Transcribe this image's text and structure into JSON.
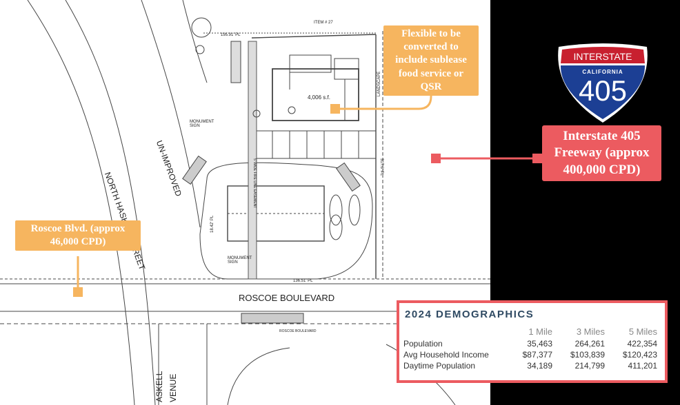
{
  "site_plan": {
    "labels": {
      "street_west": "NORTH HASKELL STREET",
      "unimproved": "UN-IMPROVED",
      "roscoe_blvd": "ROSCOE BOULEVARD",
      "roscoe_blvd_small": "ROSCOE BOULEVARD",
      "building_area": "4,006 s.f.",
      "monument_sign_top": "MONUMENT SIGN",
      "monument_sign_bottom": "MONUMENT SIGN",
      "dimension_top": "195.91' PL",
      "dimension_bottom": "136.51' PL",
      "dimension_east": "317.6' PL",
      "dimension_west": "18.42' PL",
      "landscape": "LANDSCAPE",
      "fire_lane": "5' WIDE FIRE LINE EASEMENT",
      "haskell_bottom": "ASKELL",
      "avenue_bottom": "VENUE",
      "item_note": "ITEM # 27"
    }
  },
  "callouts": {
    "food_service": "Flexible to be converted to include sublease food service or QSR",
    "roscoe_traffic": "Roscoe Blvd. (approx 46,000 CPD)",
    "freeway_traffic": "Interstate 405 Freeway (approx 400,000 CPD)"
  },
  "shield": {
    "top": "INTERSTATE",
    "state": "CALIFORNIA",
    "number": "405",
    "colors": {
      "red": "#c8202f",
      "blue": "#1c3f94"
    }
  },
  "demographics": {
    "title": "2024 DEMOGRAPHICS",
    "columns": [
      "1 Mile",
      "3 Miles",
      "5 Miles"
    ],
    "rows": [
      {
        "label": "Population",
        "values": [
          "35,463",
          "264,261",
          "422,354"
        ]
      },
      {
        "label": "Avg Household Income",
        "values": [
          "$87,377",
          "$103,839",
          "$120,423"
        ]
      },
      {
        "label": "Daytime Population",
        "values": [
          "34,189",
          "214,799",
          "411,201"
        ]
      }
    ]
  },
  "colors": {
    "orange": "#f6b55f",
    "red": "#ec5b60",
    "title_blue": "#2f4a63"
  }
}
